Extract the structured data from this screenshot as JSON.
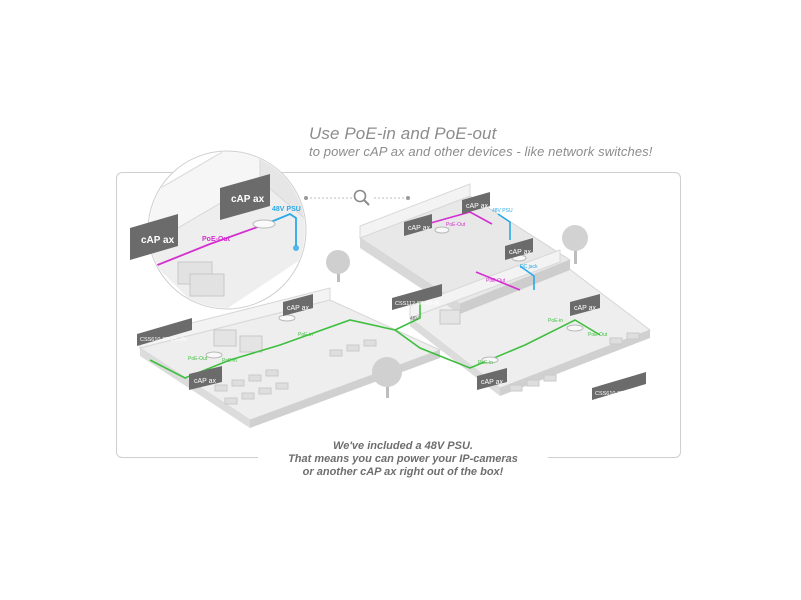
{
  "headline": {
    "line1": "Use PoE-in and PoE-out",
    "line2": "to power cAP ax and other devices - like network switches!"
  },
  "footer": {
    "line1": "We've included a 48V PSU.",
    "line2": "That means you can power your IP-cameras",
    "line3": "or another cAP ax right out of the box!"
  },
  "labels": {
    "cap_ax": "cAP ax",
    "psu_48v": "48V PSU",
    "poe_out": "PoE-Out",
    "poe_in": "PoE-in",
    "dc_jack": "DC jack",
    "switch_left": "CSS610-8P-2S+IN",
    "switch_center": "CSS112-8P-4S-IN",
    "switch_right": "CSS610-8P-2S+IN",
    "v48": "48V"
  },
  "icons": {
    "zoom": "magnifier-icon"
  },
  "colors": {
    "poe_out": "#d42fd0",
    "poe_in": "#3fbf3f",
    "psu": "#2aa8e8",
    "tag": "#6b6b6b"
  }
}
